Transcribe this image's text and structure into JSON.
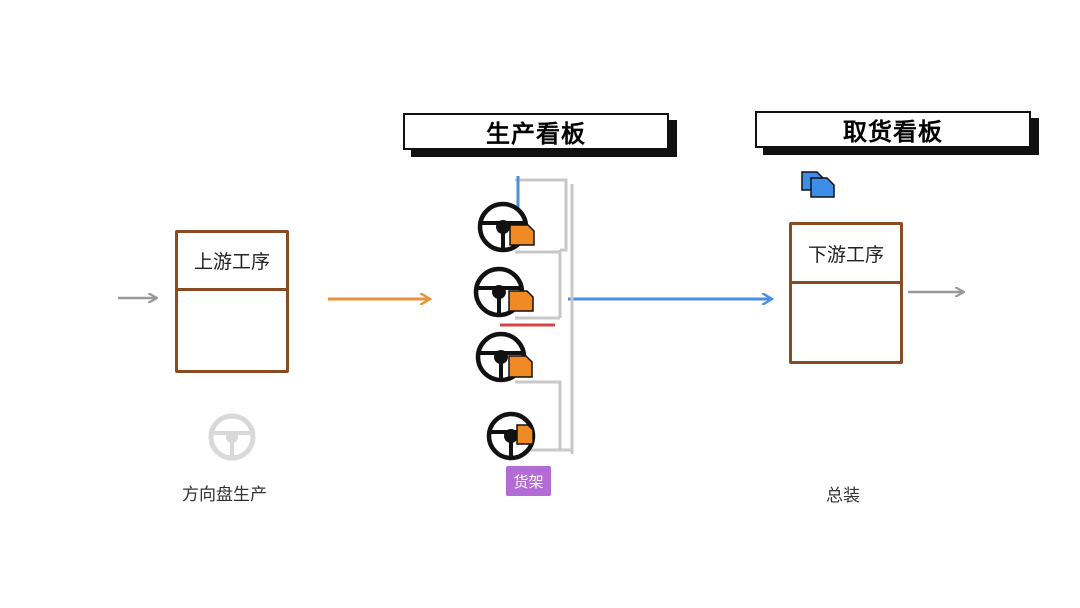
{
  "banners": {
    "production_kanban": "生产看板",
    "pickup_kanban": "取货看板"
  },
  "upstream": {
    "header": "上游工序",
    "caption": "方向盘生产"
  },
  "rack": {
    "label": "货架",
    "wheel_count": 4
  },
  "downstream": {
    "header": "下游工序",
    "caption": "总装"
  },
  "colors": {
    "box_border": "#8a4a22",
    "orange_flow": "#e8923a",
    "blue_flow": "#4a90e0",
    "gray_flow": "#999999",
    "rack_tag": "#b36bd6",
    "divider_red": "#d64545",
    "kanban_card": "#f08a24",
    "pickup_card": "#3d8ee8"
  },
  "icons": [
    "steering-wheel-icon",
    "kanban-card-icon",
    "pickup-card-stack-icon"
  ]
}
